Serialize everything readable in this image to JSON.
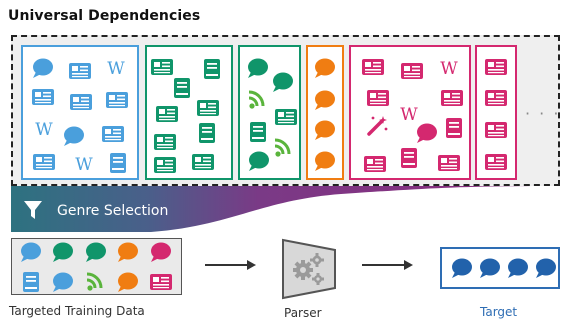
{
  "title": "Universal Dependencies",
  "genre_selection_label": "Genre Selection",
  "ellipsis": "· · ·",
  "training_label": "Targeted Training Data",
  "parser_label": "Parser",
  "target_label": "Target",
  "colors": {
    "blue": "#4a9fdc",
    "green": "#10956a",
    "lime": "#5ab43c",
    "orange": "#f07d12",
    "magenta": "#d4286f",
    "target_blue": "#2262ab",
    "banner_start": "#2d7280",
    "banner_end": "#8e2a7d"
  },
  "icon_legend": {
    "speech-bubble": "chat",
    "newspaper": "news",
    "wikipedia": "wiki",
    "book": "fiction",
    "rss": "web",
    "magic-wand": "magic"
  }
}
